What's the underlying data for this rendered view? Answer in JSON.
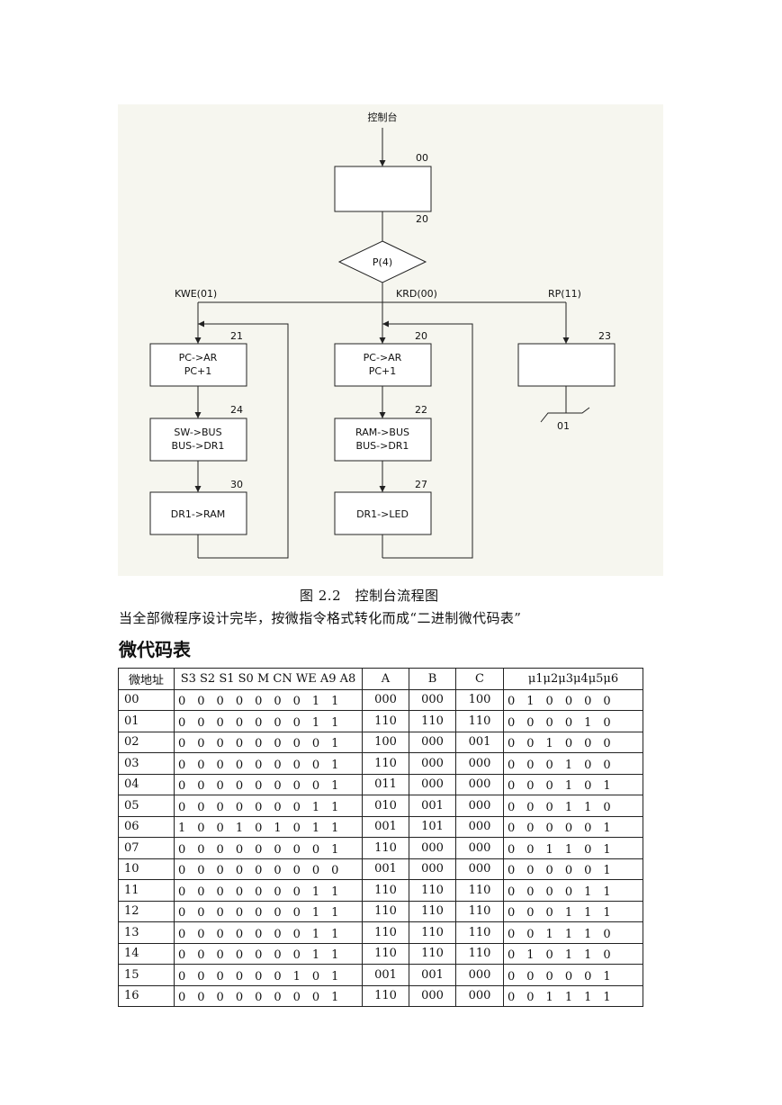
{
  "flowchart": {
    "start_label": "控制台",
    "p_label": "P(4)",
    "branches": {
      "kwe": "KWE(01)",
      "krd": "KRD(00)",
      "rp": "RP(11)"
    },
    "addresses": {
      "top_in": "00",
      "top_out": "20",
      "b1": "21",
      "b2": "24",
      "b3": "30",
      "m1": "20",
      "m2": "22",
      "m3": "27",
      "r1": "23",
      "r_out": "01"
    },
    "boxes": {
      "b1": [
        "PC->AR",
        "PC+1"
      ],
      "b2": [
        "SW->BUS",
        "BUS->DR1"
      ],
      "b3": [
        "DR1->RAM"
      ],
      "m1": [
        "PC->AR",
        "PC+1"
      ],
      "m2": [
        "RAM->BUS",
        "BUS->DR1"
      ],
      "m3": [
        "DR1->LED"
      ]
    }
  },
  "caption": "图 2.2　控制台流程图",
  "paragraph": "当全部微程序设计完毕，按微指令格式转化而成“二进制微代码表”",
  "heading": "微代码表",
  "table": {
    "headers": [
      "微地址",
      "S3 S2 S1 S0 M CN WE A9 A8",
      "A",
      "B",
      "C",
      "μ1μ2μ3μ4μ5μ6"
    ],
    "rows": [
      [
        "00",
        "0　0　0　0　0　0　0　1　1",
        "000",
        "000",
        "100",
        "0　1　0　0　0　0"
      ],
      [
        "01",
        "0　0　0　0　0　0　0　1　1",
        "110",
        "110",
        "110",
        "0　0　0　0　1　0"
      ],
      [
        "02",
        "0　0　0　0　0　0　0　0　1",
        "100",
        "000",
        "001",
        "0　0　1　0　0　0"
      ],
      [
        "03",
        "0　0　0　0　0　0　0　0　1",
        "110",
        "000",
        "000",
        "0　0　0　1　0　0"
      ],
      [
        "04",
        "0　0　0　0　0　0　0　0　1",
        "011",
        "000",
        "000",
        "0　0　0　1　0　1"
      ],
      [
        "05",
        "0　0　0　0　0　0　0　1　1",
        "010",
        "001",
        "000",
        "0　0　0　1　1　0"
      ],
      [
        "06",
        "1　0　0　1　0　1　0　1　1",
        "001",
        "101",
        "000",
        "0　0　0　0　0　1"
      ],
      [
        "07",
        "0　0　0　0　0　0　0　0　1",
        "110",
        "000",
        "000",
        "0　0　1　1　0　1"
      ],
      [
        "10",
        "0　0　0　0　0　0　0　0　0",
        "001",
        "000",
        "000",
        "0　0　0　0　0　1"
      ],
      [
        "11",
        "0　0　0　0　0　0　0　1　1",
        "110",
        "110",
        "110",
        "0　0　0　0　1　1"
      ],
      [
        "12",
        "0　0　0　0　0　0　0　1　1",
        "110",
        "110",
        "110",
        "0　0　0　1　1　1"
      ],
      [
        "13",
        "0　0　0　0　0　0　0　1　1",
        "110",
        "110",
        "110",
        "0　0　1　1　1　0"
      ],
      [
        "14",
        "0　0　0　0　0　0　0　1　1",
        "110",
        "110",
        "110",
        "0　1　0　1　1　0"
      ],
      [
        "15",
        "0　0　0　0　0　0　1　0　1",
        "001",
        "001",
        "000",
        "0　0　0　0　0　1"
      ],
      [
        "16",
        "0　0　0　0　0　0　0　0　1",
        "110",
        "000",
        "000",
        "0　0　1　1　1　1"
      ]
    ]
  }
}
